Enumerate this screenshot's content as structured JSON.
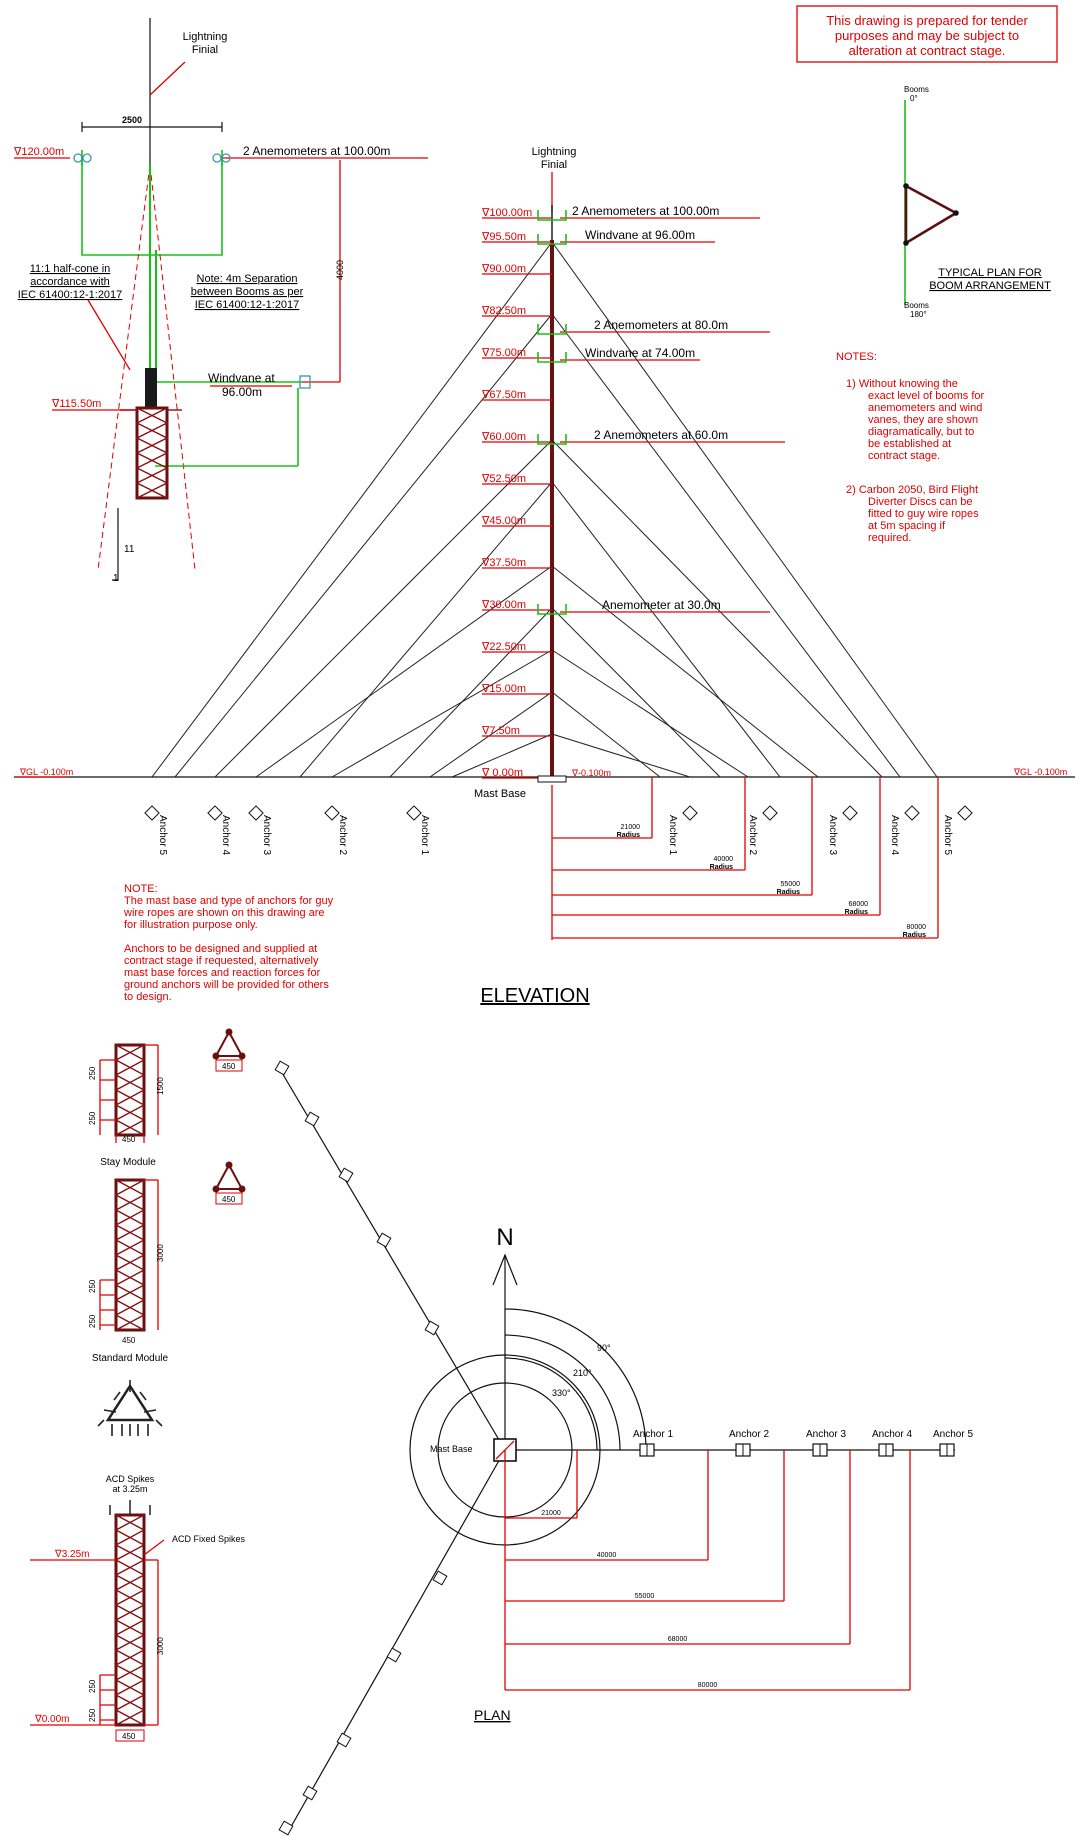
{
  "disclaimer": [
    "This drawing is prepared for tender",
    "purposes and may be subject to",
    "alteration at contract stage."
  ],
  "detail": {
    "finial_label": [
      "Lightning",
      "Finial"
    ],
    "width_dim": "2500",
    "height_dim": "4000",
    "level_top": "∇120.00m",
    "level_mid": "∇115.50m",
    "anemometers": "2 Anemometers at 100.00m",
    "cone_note": [
      "11:1 half-cone in",
      "accordance with",
      "IEC 61400:12-1:2017"
    ],
    "sep_note": [
      "Note: 4m Separation",
      "between Booms as per",
      "IEC 61400:12-1:2017"
    ],
    "windvane": [
      "Windvane at",
      "96.00m"
    ],
    "ratio_11": "11",
    "ratio_1": "1"
  },
  "boom_plan": {
    "boom0": [
      "Booms",
      "0°"
    ],
    "boom180": [
      "Booms",
      "180°"
    ],
    "title": [
      "TYPICAL PLAN FOR",
      "BOOM ARRANGEMENT"
    ]
  },
  "notes": {
    "heading": "NOTES:",
    "n1": [
      "1)  Without knowing the",
      "exact level of booms for",
      "anemometers and wind",
      "vanes, they are shown",
      "diagramatically, but to",
      "be established at",
      "contract stage."
    ],
    "n2": [
      "2)  Carbon 2050, Bird Flight",
      "Diverter Discs can be",
      "fitted to guy wire ropes",
      "at 5m spacing if",
      "required."
    ]
  },
  "elevation": {
    "title": "ELEVATION",
    "finial_label": [
      "Lightning",
      "Finial"
    ],
    "levels": [
      "∇100.00m",
      "∇95.50m",
      "∇90.00m",
      "∇82.50m",
      "∇75.00m",
      "∇67.50m",
      "∇60.00m",
      "∇52.50m",
      "∇45.00m",
      "∇37.50m",
      "∇30.00m",
      "∇22.50m",
      "∇15.00m",
      "∇7.50m",
      "∇ 0.00m"
    ],
    "instruments": [
      "2 Anemometers at 100.00m",
      "Windvane at 96.00m",
      "2 Anemometers at 80.0m",
      "Windvane at 74.00m",
      "2 Anemometers at 60.0m",
      "Anemometer at 30.0m"
    ],
    "gl_left": "∇GL -0.100m",
    "gl_right": "∇GL -0.100m",
    "base_level": "∇-0.100m",
    "mast_base": "Mast Base",
    "anchors": [
      "Anchor 5",
      "Anchor 4",
      "Anchor 3",
      "Anchor 2",
      "Anchor 1"
    ],
    "radii": [
      {
        "value": "21000",
        "label": "Radius"
      },
      {
        "value": "40000",
        "label": "Radius"
      },
      {
        "value": "55000",
        "label": "Radius"
      },
      {
        "value": "68000",
        "label": "Radius"
      },
      {
        "value": "80000",
        "label": "Radius"
      }
    ]
  },
  "note2": {
    "lines": [
      "NOTE:",
      "The mast base and type of anchors for guy",
      "wire ropes are shown on this drawing are",
      "for illustration purpose only.",
      "",
      "Anchors to be designed and supplied at",
      "contract stage if requested, alternatively",
      "mast base forces and reaction forces for",
      "ground anchors will be provided for others",
      "to design."
    ]
  },
  "modules": {
    "stay_label": "Stay Module",
    "standard_label": "Standard Module",
    "acd_label": [
      "ACD Spikes",
      "at 3.25m"
    ],
    "acd_fixed": "ACD Fixed Spikes",
    "dim_250": "250",
    "dim_450": "450",
    "dim_1500": "1500",
    "dim_3000": "3000",
    "level_325": "∇3.25m",
    "level_000": "∇0.00m"
  },
  "plan": {
    "title": "PLAN",
    "north": "N",
    "angles": [
      "90°",
      "210°",
      "330°"
    ],
    "mast_base": "Mast Base",
    "anchors": [
      "Anchor 1",
      "Anchor 2",
      "Anchor 3",
      "Anchor 4",
      "Anchor 5"
    ],
    "radii": [
      "21000",
      "40000",
      "55000",
      "68000",
      "80000"
    ]
  },
  "colors": {
    "red": "#e00000",
    "green": "#18c018",
    "mast": "#6b1010",
    "black": "#111111"
  }
}
